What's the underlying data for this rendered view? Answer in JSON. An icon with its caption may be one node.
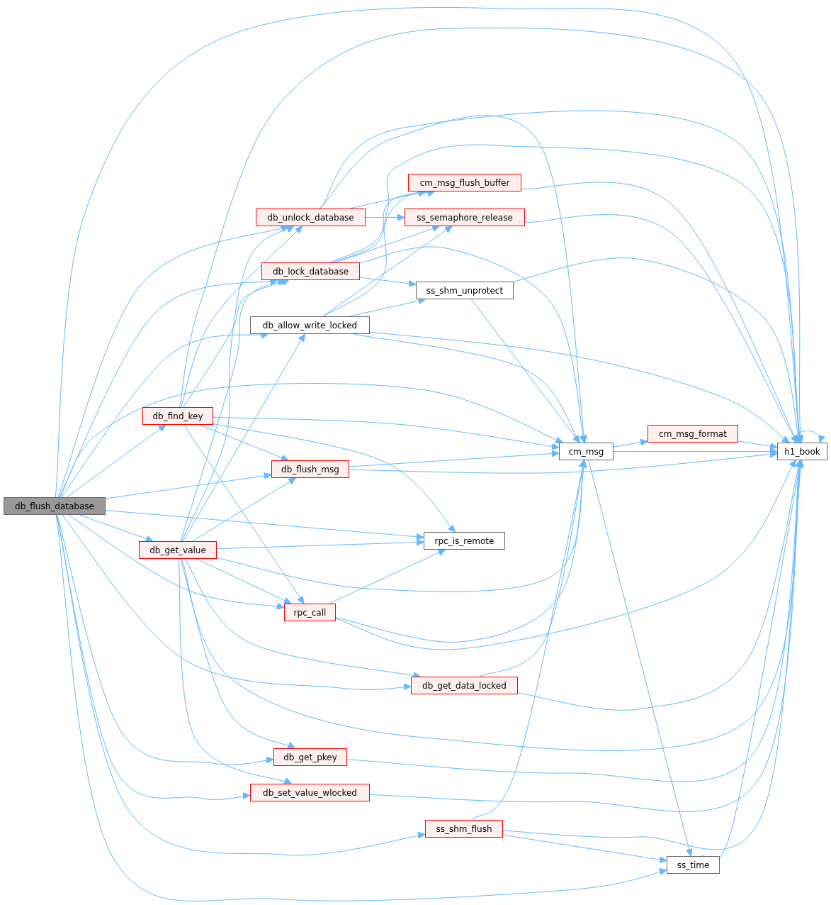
{
  "diagram": {
    "nodes": [
      {
        "text": [
          "db_flush_database"
        ]
      },
      {
        "text": [
          "db_unlock_database"
        ]
      },
      {
        "text": [
          "db_lock_database"
        ]
      },
      {
        "text": [
          "db_allow_write_locked"
        ]
      },
      {
        "text": [
          "db_find_key"
        ]
      },
      {
        "text": [
          "db_flush_msg"
        ]
      },
      {
        "text": [
          "db_get_value"
        ]
      },
      {
        "text": [
          "rpc_call"
        ]
      },
      {
        "text": [
          "db_get_data_locked"
        ]
      },
      {
        "text": [
          "db_get_pkey"
        ]
      },
      {
        "text": [
          "db_set_value_wlocked"
        ]
      },
      {
        "text": [
          "ss_shm_flush"
        ]
      },
      {
        "text": [
          "cm_msg_flush_buffer"
        ]
      },
      {
        "text": [
          "ss_semaphore_release"
        ]
      },
      {
        "text": [
          "ss_shm_unprotect"
        ]
      },
      {
        "text": [
          "rpc_is_remote"
        ]
      },
      {
        "text": [
          "cm_msg"
        ]
      },
      {
        "text": [
          "cm_msg_format"
        ]
      },
      {
        "text": [
          "h1_book"
        ]
      },
      {
        "text": [
          "ss_time"
        ]
      }
    ],
    "edges": [
      {
        "from": 0,
        "to": 18,
        "arrow": "to"
      },
      {
        "from": 0,
        "to": 1,
        "arrow": "to"
      },
      {
        "from": 0,
        "to": 2,
        "arrow": "to"
      },
      {
        "from": 0,
        "to": 3,
        "arrow": "to"
      },
      {
        "from": 0,
        "to": 16,
        "arrow": "to"
      },
      {
        "from": 0,
        "to": 4,
        "arrow": "to"
      },
      {
        "from": 0,
        "to": 5,
        "arrow": "to"
      },
      {
        "from": 0,
        "to": 15,
        "arrow": "to"
      },
      {
        "from": 0,
        "to": 6,
        "arrow": "to"
      },
      {
        "from": 0,
        "to": 7,
        "arrow": "to"
      },
      {
        "from": 0,
        "to": 8,
        "arrow": "to"
      },
      {
        "from": 0,
        "to": 9,
        "arrow": "to"
      },
      {
        "from": 0,
        "to": 10,
        "arrow": "to"
      },
      {
        "from": 0,
        "to": 11,
        "arrow": "to"
      },
      {
        "from": 0,
        "to": 19,
        "arrow": "to"
      },
      {
        "from": 1,
        "to": 18,
        "arrow": "to"
      },
      {
        "from": 1,
        "to": 12,
        "arrow": "to"
      },
      {
        "from": 1,
        "to": 13,
        "arrow": "to"
      },
      {
        "from": 1,
        "to": 16,
        "arrow": "to"
      },
      {
        "from": 2,
        "to": 12,
        "arrow": "to"
      },
      {
        "from": 2,
        "to": 13,
        "arrow": "to"
      },
      {
        "from": 2,
        "to": 16,
        "arrow": "to"
      },
      {
        "from": 2,
        "to": 14,
        "arrow": "to"
      },
      {
        "from": 2,
        "to": 18,
        "arrow": "to"
      },
      {
        "from": 3,
        "to": 12,
        "arrow": "to"
      },
      {
        "from": 3,
        "to": 13,
        "arrow": "to"
      },
      {
        "from": 3,
        "to": 14,
        "arrow": "to"
      },
      {
        "from": 3,
        "to": 16,
        "arrow": "to"
      },
      {
        "from": 3,
        "to": 18,
        "arrow": "to"
      },
      {
        "from": 4,
        "to": 18,
        "arrow": "to"
      },
      {
        "from": 4,
        "to": 1,
        "arrow": "to"
      },
      {
        "from": 4,
        "to": 2,
        "arrow": "to"
      },
      {
        "from": 4,
        "to": 16,
        "arrow": "to"
      },
      {
        "from": 4,
        "to": 5,
        "arrow": "to"
      },
      {
        "from": 4,
        "to": 15,
        "arrow": "to"
      },
      {
        "from": 4,
        "to": 7,
        "arrow": "to"
      },
      {
        "from": 6,
        "to": 1,
        "arrow": "to"
      },
      {
        "from": 6,
        "to": 2,
        "arrow": "to"
      },
      {
        "from": 6,
        "to": 3,
        "arrow": "to"
      },
      {
        "from": 6,
        "to": 5,
        "arrow": "to"
      },
      {
        "from": 6,
        "to": 15,
        "arrow": "to"
      },
      {
        "from": 6,
        "to": 16,
        "arrow": "to"
      },
      {
        "from": 6,
        "to": 7,
        "arrow": "to"
      },
      {
        "from": 6,
        "to": 8,
        "arrow": "to"
      },
      {
        "from": 6,
        "to": 18,
        "arrow": "to"
      },
      {
        "from": 6,
        "to": 9,
        "arrow": "to"
      },
      {
        "from": 6,
        "to": 10,
        "arrow": "to"
      },
      {
        "from": 5,
        "to": 16,
        "arrow": "to"
      },
      {
        "from": 5,
        "to": 18,
        "arrow": "to"
      },
      {
        "from": 7,
        "to": 15,
        "arrow": "to"
      },
      {
        "from": 7,
        "to": 16,
        "arrow": "to"
      },
      {
        "from": 7,
        "to": 18,
        "arrow": "to"
      },
      {
        "from": 8,
        "to": 16,
        "arrow": "to"
      },
      {
        "from": 8,
        "to": 18,
        "arrow": "to"
      },
      {
        "from": 9,
        "to": 18,
        "arrow": "to"
      },
      {
        "from": 10,
        "to": 18,
        "arrow": "to"
      },
      {
        "from": 11,
        "to": 16,
        "arrow": "to"
      },
      {
        "from": 11,
        "to": 18,
        "arrow": "to"
      },
      {
        "from": 11,
        "to": 19,
        "arrow": "to"
      },
      {
        "from": 12,
        "to": 18,
        "arrow": "to"
      },
      {
        "from": 13,
        "to": 18,
        "arrow": "to"
      },
      {
        "from": 14,
        "to": 16,
        "arrow": "to"
      },
      {
        "from": 14,
        "to": 18,
        "arrow": "to"
      },
      {
        "from": 16,
        "to": 17,
        "arrow": "to"
      },
      {
        "from": 16,
        "to": 18,
        "arrow": "to"
      },
      {
        "from": 16,
        "to": 19,
        "arrow": "to"
      },
      {
        "from": 17,
        "to": 18,
        "arrow": "to"
      },
      {
        "from": 18,
        "to": 18,
        "arrow": "to"
      },
      {
        "from": 19,
        "to": 18,
        "arrow": "to"
      }
    ]
  }
}
